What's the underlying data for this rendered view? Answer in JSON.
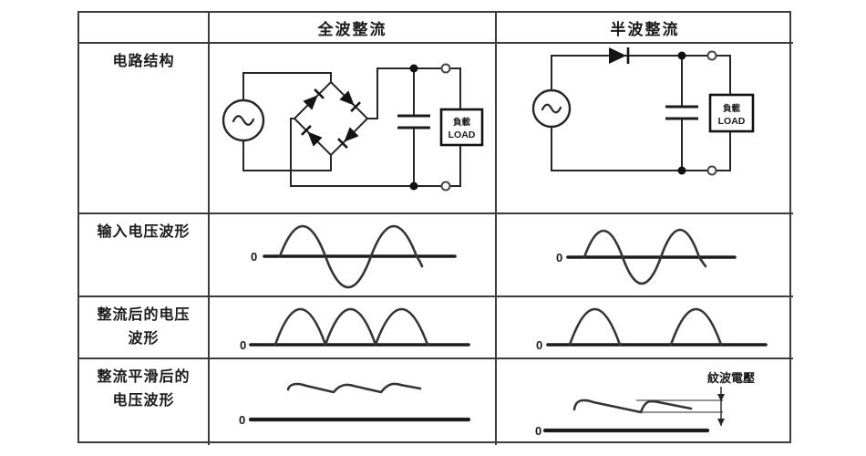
{
  "colors": {
    "border": "#3c3c3c",
    "line": "#262626",
    "text": "#1a1a1a",
    "background": "#ffffff"
  },
  "table": {
    "headers": {
      "row_label_column": "",
      "full_wave": "全波整流",
      "half_wave": "半波整流"
    },
    "row_labels": {
      "circuit": {
        "lines": [
          "电路结构"
        ]
      },
      "input": {
        "lines": [
          "输入电压波形"
        ]
      },
      "rectified": {
        "lines": [
          "整流后的电压",
          "波形"
        ]
      },
      "smoothed": {
        "lines": [
          "整流平滑后的",
          "电压波形"
        ]
      }
    }
  },
  "circuits": {
    "load_label_zh": "負載",
    "load_label_en": "LOAD",
    "full_wave_type": "bridge-rectifier-with-smoothing-capacitor-and-load",
    "half_wave_type": "single-diode-with-smoothing-capacitor-and-load"
  },
  "waveforms": {
    "zero_label": "0",
    "ripple_voltage_label": "紋波電壓",
    "input_full": "sine-wave-about-1.5-cycles",
    "input_half": "sine-wave-about-1.5-cycles",
    "rectified_full": "full-wave-rectified-three-adjacent-humps",
    "rectified_half": "half-wave-rectified-two-humps-with-gaps",
    "smoothed_full": "dc-level-with-small-sawtooth-ripple",
    "smoothed_half": "dc-level-with-larger-ripple-and-ripple-voltage-annotation"
  }
}
